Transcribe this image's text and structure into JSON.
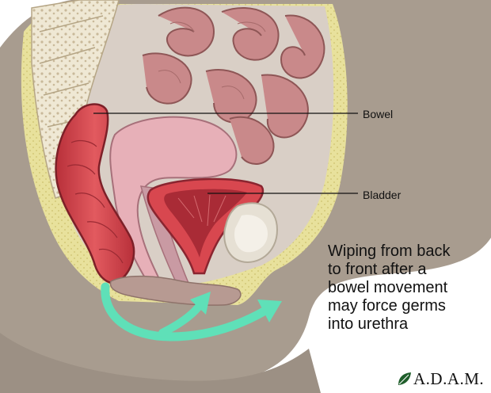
{
  "labels": {
    "bowel": "Bowel",
    "bladder": "Bladder"
  },
  "caption": {
    "lines": [
      "Wiping from back",
      "to front after a",
      "bowel movement",
      "may force germs",
      "into urethra"
    ]
  },
  "logo": {
    "text": "A.D.A.M."
  },
  "colors": {
    "skin": "#a89c8f",
    "fat": "#e6df9a",
    "bowel": "#d8474f",
    "bladder": "#d8474f",
    "intestine": "#c9898a",
    "arrow": "#5fe0b8"
  }
}
